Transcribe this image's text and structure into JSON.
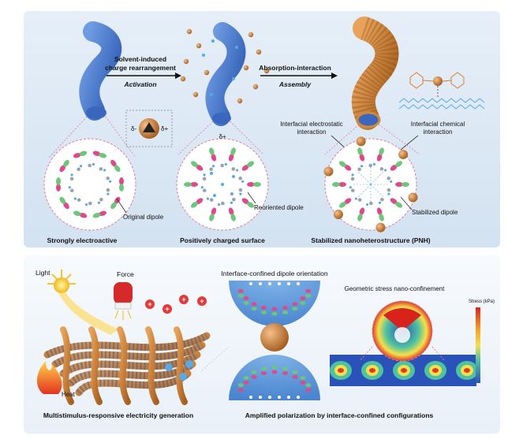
{
  "top_panel": {
    "arrow1": {
      "line1": "Solvent-induced",
      "line2": "charge rearrangement",
      "below": "Activation"
    },
    "arrow2": {
      "above": "Absorption-interaction",
      "below": "Assembly"
    },
    "delta_left": "δ-",
    "delta_right": "δ+",
    "delta_plus_top": "δ+",
    "callout_electrostatic": {
      "line1": "Interfacial electrostatic",
      "line2": "interaction"
    },
    "callout_chemical": {
      "line1": "Interfacial chemical",
      "line2": "interaction"
    },
    "dipole_original": "Original dipole",
    "dipole_reoriented": "Reoriented dipole",
    "dipole_stabilized": "Stabilized dipole",
    "caption_1": "Strongly electroactive",
    "caption_2": "Positively charged surface",
    "caption_3": "Stabilized nanoheterostructure (PNH)"
  },
  "bottom_panel": {
    "light_label": "Light",
    "force_label": "Force",
    "heat_label": "Heat",
    "caption_left": "Multistimulus-responsive electricity generation",
    "middle_title": "Interface-confined dipole orientation",
    "right_title": "Geometric stress nano-confinement",
    "colorbar_label": "Stress (kPa)",
    "caption_right": "Amplified polarization by interface-confined configurations"
  },
  "colors": {
    "panel_bg": "#dbe8f4",
    "fiber_blue": "#4a78c8",
    "fiber_orange": "#d08a3c",
    "dipole_pink": "#e0488c",
    "dipole_green": "#6cc77a",
    "electron_blue": "#5aa9e6"
  }
}
